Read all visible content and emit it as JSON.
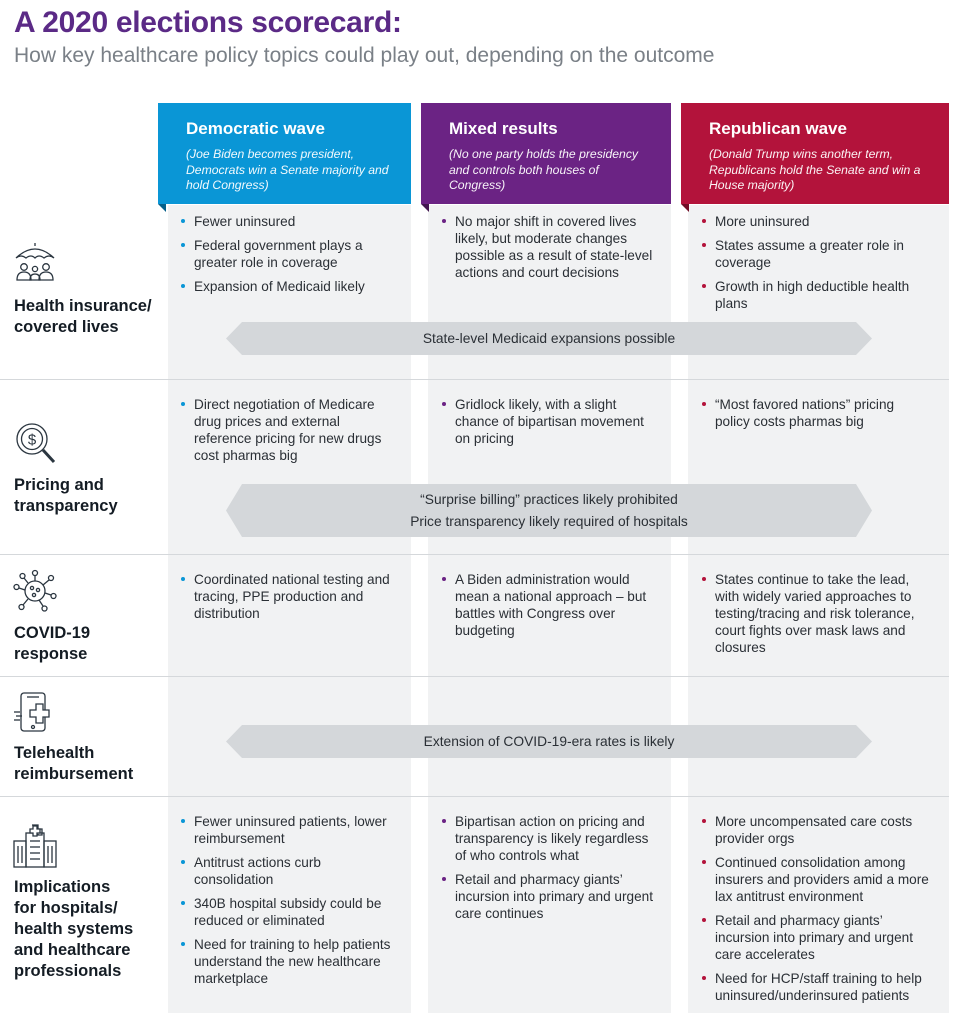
{
  "title": "A 2020 elections scorecard:",
  "subtitle": "How key healthcare policy topics could play out, depending on the outcome",
  "columns": [
    {
      "title": "Democratic wave",
      "subtitle": "(Joe Biden becomes president, Democrats win a Senate majority and hold Congress)",
      "color": "#0a96d6"
    },
    {
      "title": "Mixed results",
      "subtitle": "(No one party holds the presidency and controls both houses of Congress)",
      "color": "#6b2384"
    },
    {
      "title": "Republican wave",
      "subtitle": "(Donald Trump wins another term, Republicans hold the Senate and win a House majority)",
      "color": "#b3133b"
    }
  ],
  "rows": {
    "insurance": {
      "label_line1": "Health insurance/",
      "label_line2": "covered lives",
      "icon": "umbrella-family-icon",
      "dem": [
        "Fewer uninsured",
        "Federal government plays a greater role in coverage",
        "Expansion of Medicaid likely"
      ],
      "mixed": [
        "No major shift in covered lives likely, but moderate changes possible as a result of state-level actions and court decisions"
      ],
      "rep": [
        "More uninsured",
        "States assume a greater role in coverage",
        "Growth in high deductible health plans"
      ],
      "shared": [
        "State-level Medicaid expansions possible"
      ]
    },
    "pricing": {
      "label_line1": "Pricing and",
      "label_line2": "transparency",
      "icon": "dollar-magnifier-icon",
      "dem": [
        "Direct negotiation of Medicare drug prices and external reference pricing for new drugs cost pharmas big"
      ],
      "mixed": [
        "Gridlock likely, with a slight chance of bipartisan movement on pricing"
      ],
      "rep": [
        "“Most favored nations” pricing policy costs pharmas big"
      ],
      "shared": [
        "“Surprise billing” practices likely prohibited",
        "Price transparency likely required of hospitals"
      ]
    },
    "covid": {
      "label_line1": "COVID-19",
      "label_line2": "response",
      "icon": "virus-icon",
      "dem": [
        "Coordinated national testing and tracing, PPE production and distribution"
      ],
      "mixed": [
        "A Biden administration would mean a national approach – but battles with Congress over budgeting"
      ],
      "rep": [
        "States continue to take the lead, with widely varied approaches to testing/tracing and risk tolerance, court fights over mask laws and closures"
      ]
    },
    "telehealth": {
      "label_line1": "Telehealth",
      "label_line2": "reimbursement",
      "icon": "telehealth-device-icon",
      "shared": [
        "Extension of COVID-19-era rates is likely"
      ]
    },
    "hospitals": {
      "label_lines": [
        "Implications",
        "for hospitals/",
        "health systems",
        "and healthcare",
        "professionals"
      ],
      "icon": "hospital-building-icon",
      "dem": [
        "Fewer uninsured patients, lower reimbursement",
        "Antitrust actions curb consolidation",
        "340B hospital subsidy could be reduced or eliminated",
        "Need for training to help patients understand the new healthcare marketplace"
      ],
      "mixed": [
        "Bipartisan action on pricing and transparency is likely regardless of who controls what",
        "Retail and pharmacy giants’ incursion into primary and urgent care continues"
      ],
      "rep": [
        "More uncompensated care costs provider orgs",
        "Continued consolidation among insurers and providers amid a more lax antitrust environment",
        "Retail and pharmacy giants’ incursion into primary and urgent care accelerates",
        "Need for HCP/staff training to help uninsured/underinsured patients"
      ]
    }
  }
}
